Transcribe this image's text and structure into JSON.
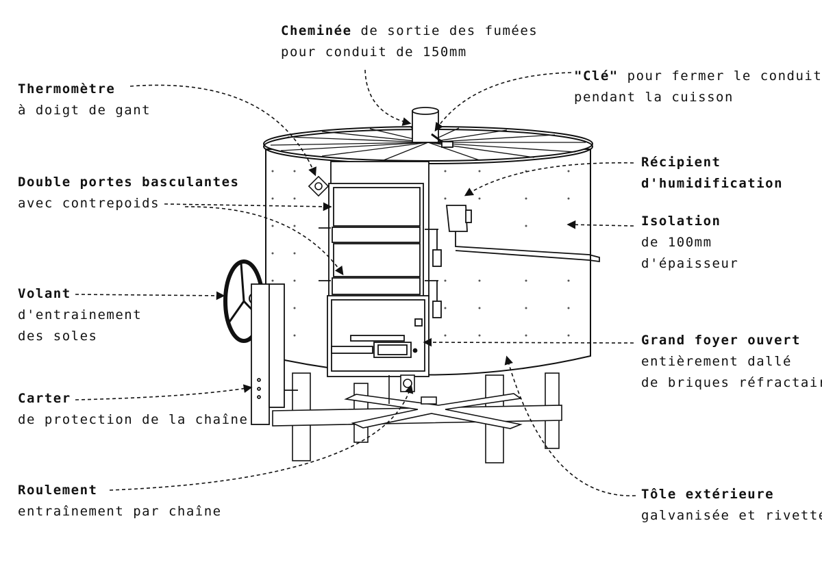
{
  "labels": {
    "chimney": {
      "bold": "Cheminée",
      "line1_rest": " de sortie des fumées",
      "line2": "pour conduit de 150mm"
    },
    "key": {
      "bold": "\"Clé\"",
      "line1_rest": " pour fermer le conduit",
      "line2": "pendant la cuisson"
    },
    "thermometer": {
      "bold": "Thermomètre",
      "line2": "à doigt de gant"
    },
    "doors": {
      "bold": "Double portes basculantes",
      "line2": "avec contrepoids"
    },
    "humidifier": {
      "bold": "Récipient",
      "line2": "d'humidification"
    },
    "insulation": {
      "bold": "Isolation",
      "line2": "de 100mm",
      "line3": "d'épaisseur"
    },
    "wheel": {
      "bold": "Volant",
      "line2": "d'entrainement",
      "line3": "des soles"
    },
    "firebox": {
      "bold": "Grand foyer ouvert",
      "line2": "entièrement dallé",
      "line3": "de briques réfractaires"
    },
    "casing": {
      "bold": "Carter",
      "line2": "de protection de la chaîne"
    },
    "bearing": {
      "bold": "Roulement",
      "line2": "entraînement par chaîne"
    },
    "sheet": {
      "bold": "Tôle extérieure",
      "line2": "galvanisée et rivettée"
    }
  },
  "colors": {
    "stroke": "#111111",
    "fill": "#ffffff",
    "dots": "#555555"
  }
}
